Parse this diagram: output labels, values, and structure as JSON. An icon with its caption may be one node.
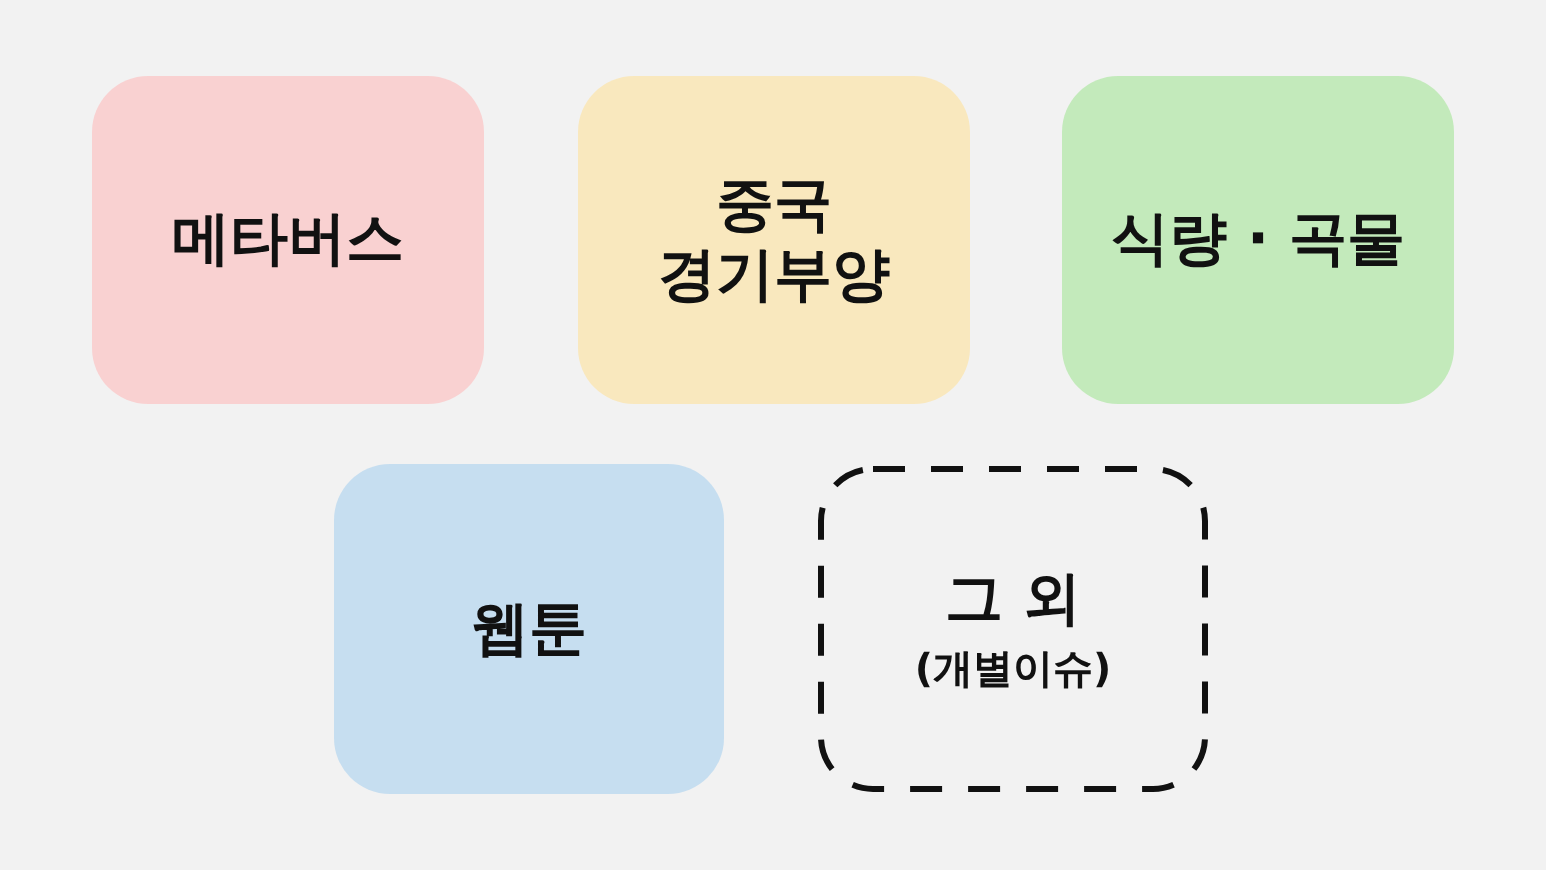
{
  "diagram": {
    "nodes": [
      {
        "text": [
          "메타버스"
        ]
      },
      {
        "text": [
          "중국 경기부양"
        ]
      },
      {
        "text": [
          "식량 · 곡물"
        ]
      },
      {
        "text": [
          "웹툰"
        ]
      },
      {
        "text": [
          "그 외",
          "(개별이슈)"
        ]
      }
    ]
  }
}
